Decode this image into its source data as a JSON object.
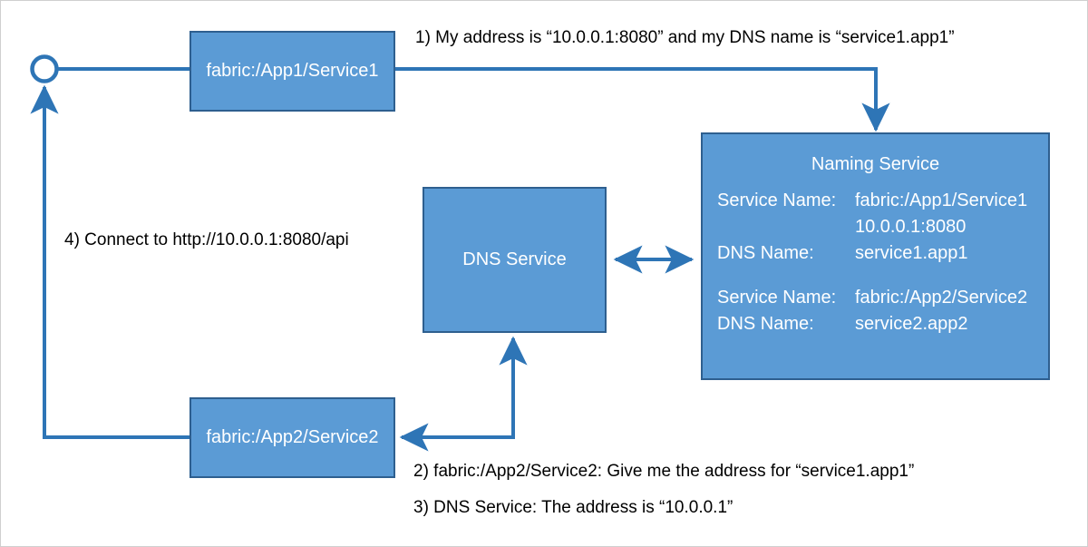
{
  "diagram": {
    "title": "Service Fabric DNS and Naming Service resolution flow",
    "colors": {
      "node_fill": "#5B9BD5",
      "node_border": "#2E5F8F",
      "connector": "#2E75B6",
      "node_text": "#FFFFFF",
      "annotation_text": "#000000",
      "background": "#FFFFFF"
    },
    "nodes": {
      "service1": {
        "label": "fabric:/App1/Service1"
      },
      "dns": {
        "label": "DNS Service"
      },
      "service2": {
        "label": "fabric:/App2/Service2"
      },
      "naming": {
        "title": "Naming Service",
        "records": [
          {
            "service_name_key": "Service Name:",
            "service_name_value": "fabric:/App1/Service1",
            "address_value": "10.0.0.1:8080",
            "dns_name_key": "DNS Name:",
            "dns_name_value": "service1.app1"
          },
          {
            "service_name_key": "Service Name:",
            "service_name_value": "fabric:/App2/Service2",
            "dns_name_key": "DNS Name:",
            "dns_name_value": "service2.app2"
          }
        ]
      }
    },
    "annotations": {
      "step1": "1) My address is “10.0.0.1:8080” and my DNS name is “service1.app1”",
      "step2": "2) fabric:/App2/Service2: Give me the address for “service1.app1”",
      "step3": "3) DNS Service: The address is “10.0.0.1”",
      "step4": "4) Connect to http://10.0.0.1:8080/api"
    },
    "endpoint": {
      "name": "client-endpoint-circle"
    }
  }
}
